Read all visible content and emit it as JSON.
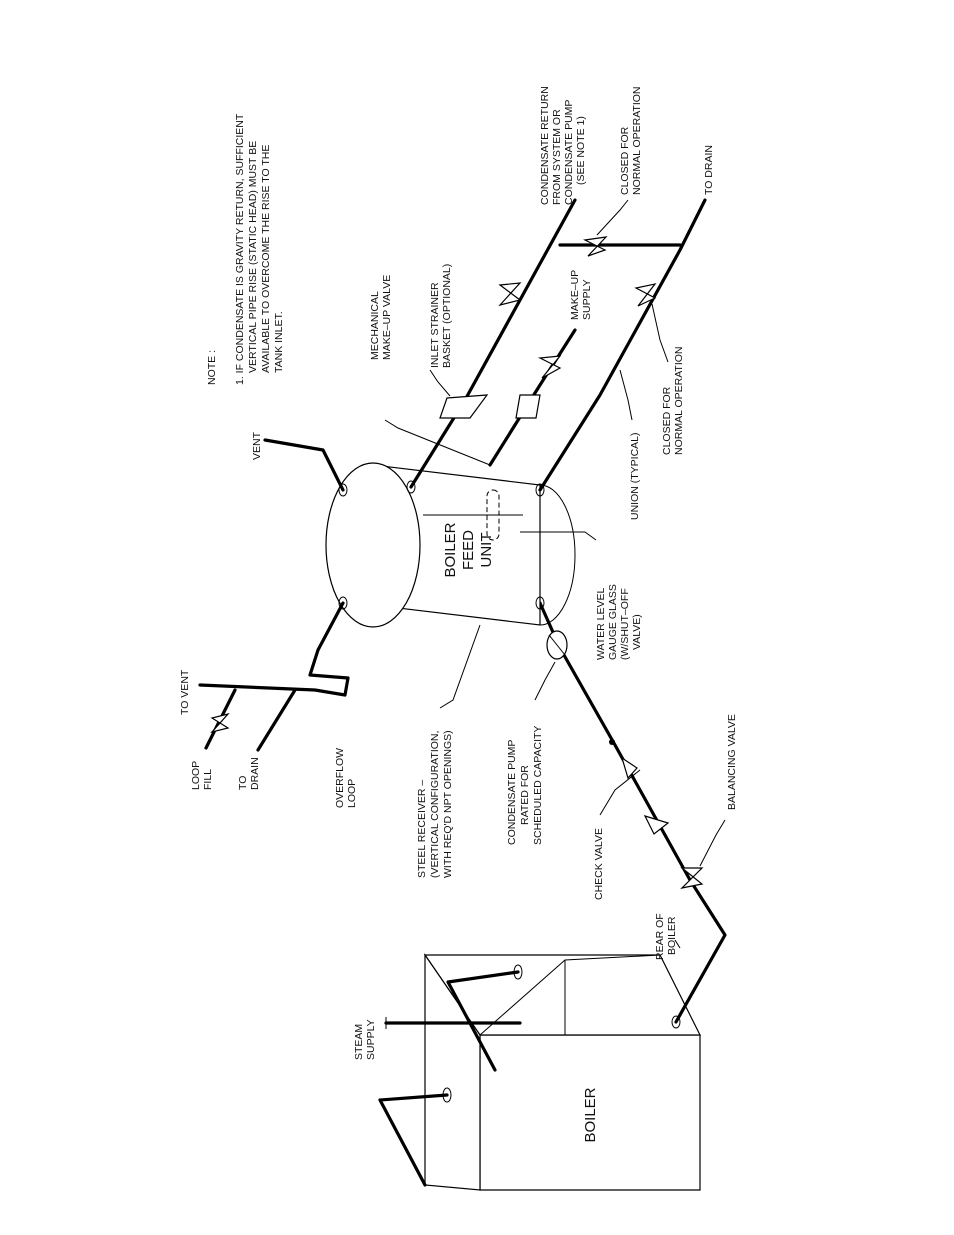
{
  "labels": {
    "note_title": "NOTE :",
    "note_lines": [
      "1. IF CONDENSATE IS GRAVITY RETURN, SUFFICIENT",
      "VERTICAL PIPE RISE (STATIC HEAD) MUST BE",
      "AVAILABLE TO OVERCOME THE RISE TO THE",
      "TANK INLET."
    ],
    "to_vent": "TO VENT",
    "loop_fill": [
      "LOOP",
      "FILL"
    ],
    "to_drain_left": [
      "TO",
      "DRAIN"
    ],
    "overflow_loop": [
      "OVERFLOW",
      "LOOP"
    ],
    "steel_receiver": [
      "STEEL RECEIVER –",
      "(VERTICAL CONFIGURATION,",
      "WITH REQ'D NPT OPENINGS)"
    ],
    "condensate_pump": [
      "CONDENSATE PUMP",
      "RATED FOR",
      "SCHEDULED CAPACITY"
    ],
    "check_valve": "CHECK VALVE",
    "rear_of_boiler": [
      "REAR OF",
      "BOILER"
    ],
    "balancing_valve": "BALANCING VALVE",
    "steam_supply": [
      "STEAM",
      "SUPPLY"
    ],
    "boiler": "BOILER",
    "boiler_feed_unit": [
      "BOILER",
      "FEED",
      "UNIT"
    ],
    "vent": "VENT",
    "mechanical_valve": [
      "MECHANICAL",
      "MAKE–UP VALVE"
    ],
    "inlet_strainer": [
      "INLET STRAINER",
      "BASKET (OPTIONAL)"
    ],
    "makeup_supply": [
      "MAKE–UP",
      "SUPPLY"
    ],
    "water_level": [
      "WATER LEVEL",
      "GAUGE GLASS",
      "(W/SHUT–OFF",
      "VALVE)"
    ],
    "union_typical": "UNION  (TYPICAL)",
    "closed_normal_lower": [
      "CLOSED FOR",
      "NORMAL OPERATION"
    ],
    "closed_normal_upper": [
      "CLOSED FOR",
      "NORMAL OPERATION"
    ],
    "condensate_return": [
      "CONDENSATE RETURN",
      "FROM SYSTEM OR",
      "CONDENSATE PUMP",
      "(SEE NOTE 1)"
    ],
    "to_drain_right": "TO DRAIN"
  }
}
